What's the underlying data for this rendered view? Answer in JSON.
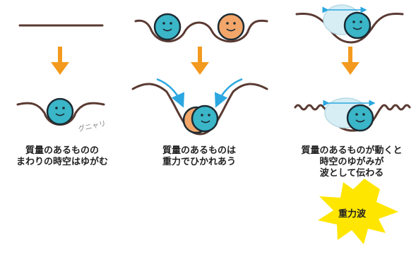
{
  "panels": [
    {
      "id": "flat-to-dent",
      "caption_lines": [
        "質量のあるものの",
        "まわりの時空はゆがむ"
      ],
      "note": "グニャリ"
    },
    {
      "id": "gravity-attraction",
      "caption_lines": [
        "質量のあるものは",
        "重力でひかれあう"
      ]
    },
    {
      "id": "waves",
      "caption_lines": [
        "質量のあるものが動くと",
        "時空のゆがみが",
        "波として伝わる"
      ],
      "burst_label": "重力波"
    }
  ],
  "colors": {
    "line": "#5a3a32",
    "arrow": "#f39a1e",
    "blue_ball": "#3ab6c8",
    "orange_ball": "#f2a66a",
    "blue_arrow": "#2aa7e0",
    "burst": "#ffe600",
    "ghost": "#d7eef5"
  }
}
